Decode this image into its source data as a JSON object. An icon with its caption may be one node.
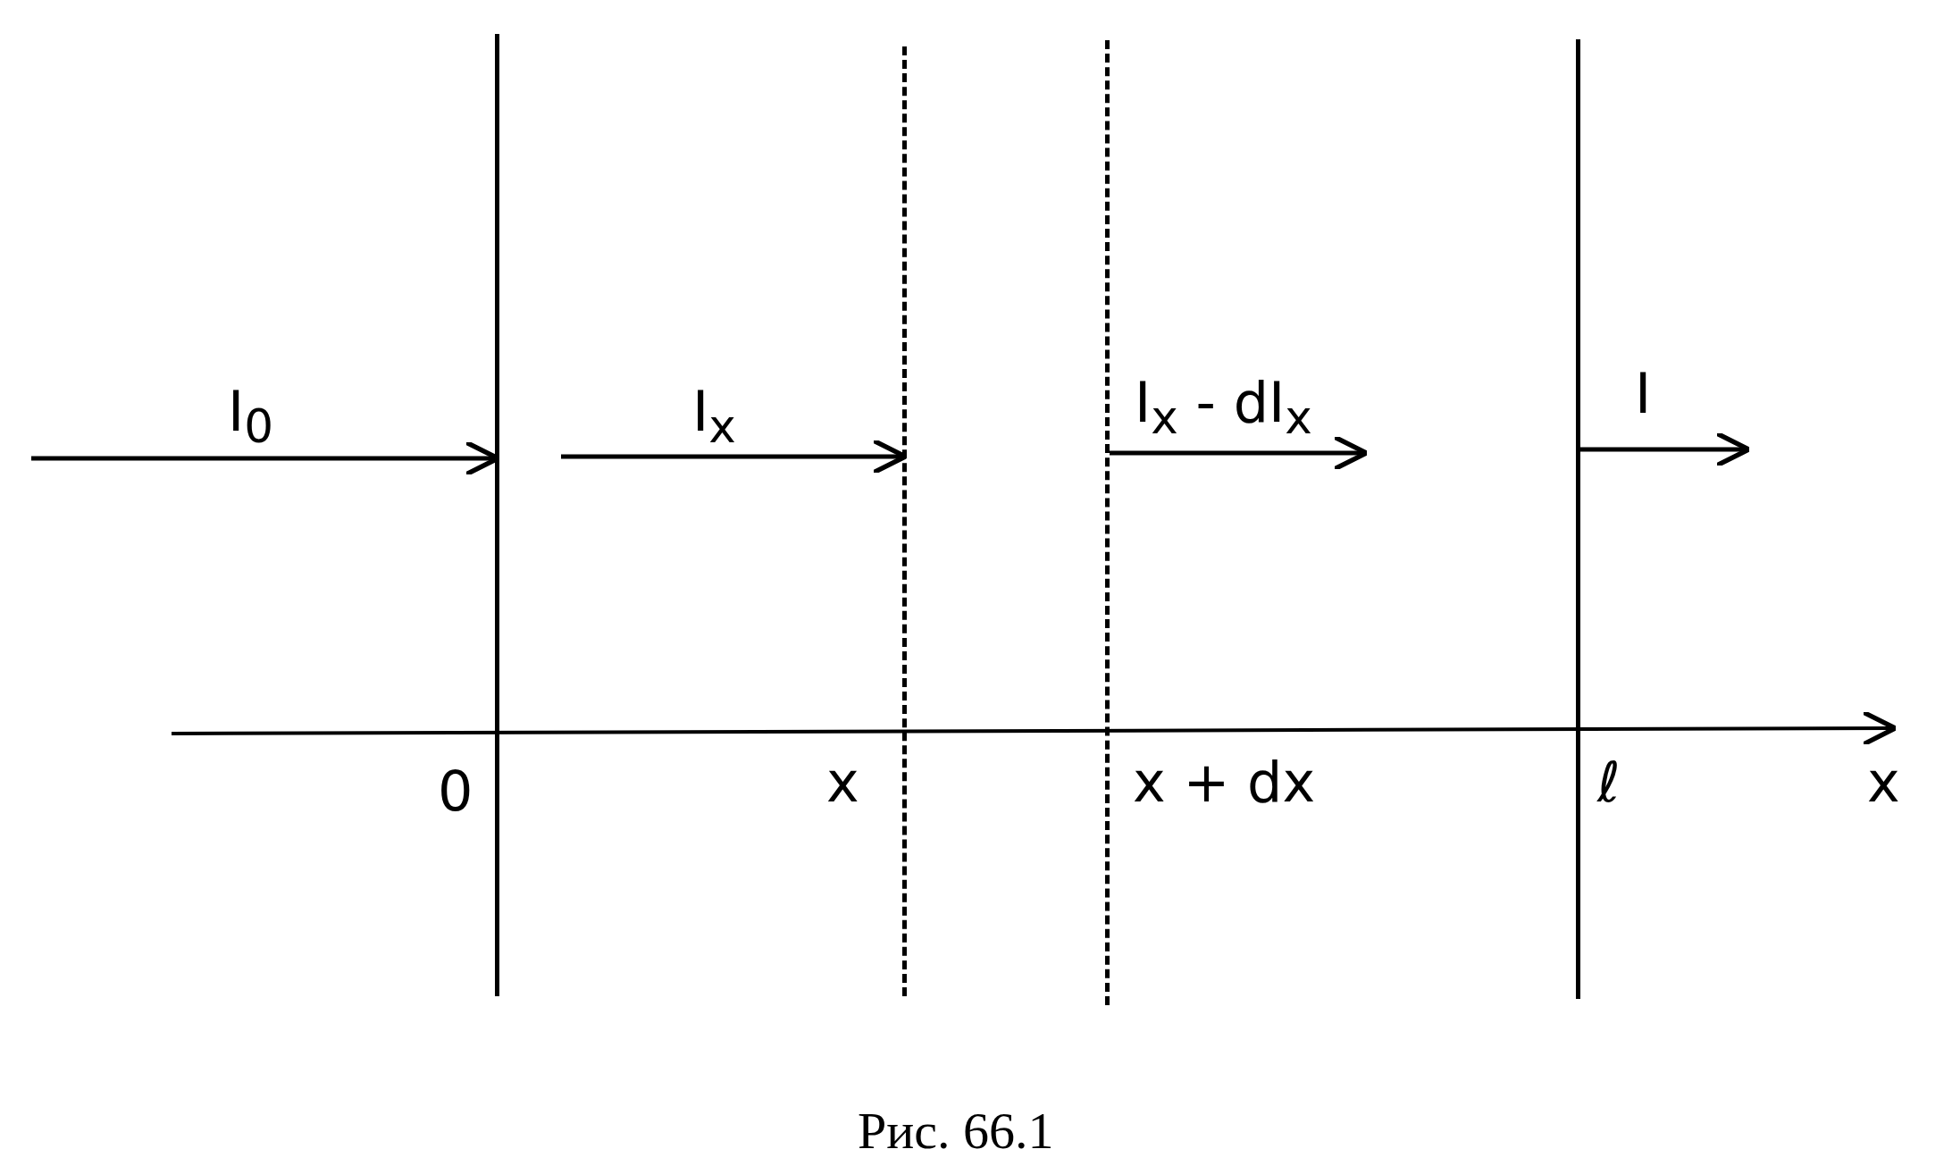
{
  "diagram": {
    "caption": "Рис. 66.1",
    "nodes": [
      {
        "text": [],
        "shape": "bar",
        "beside": [
          "0"
        ]
      },
      {
        "text": [],
        "shape": "bar",
        "beside": [
          "x"
        ]
      },
      {
        "text": [],
        "shape": "bar",
        "beside": [
          "x + dx"
        ]
      },
      {
        "text": [],
        "shape": "bar",
        "beside": [
          "ℓ"
        ]
      }
    ],
    "edges": [
      {
        "from": null,
        "to": 0,
        "arrow": "to",
        "label": "I$_{0}$"
      },
      {
        "from": null,
        "to": 1,
        "arrow": "to",
        "label": "I$_{x}$"
      },
      {
        "from": 2,
        "to": null,
        "arrow": "to",
        "label": "I$_{x}$ - dI$_{x}$"
      },
      {
        "from": 3,
        "to": null,
        "arrow": "to",
        "label": "I"
      }
    ],
    "labels": [
      "x"
    ]
  }
}
